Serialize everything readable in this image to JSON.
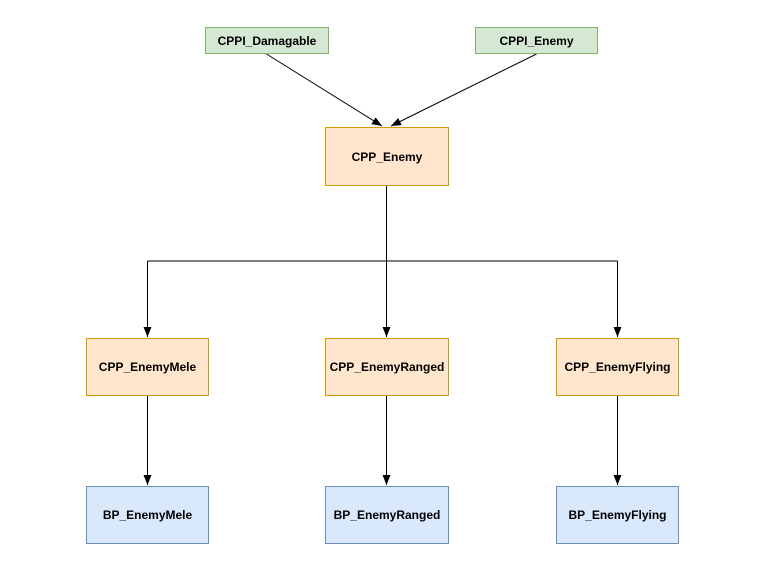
{
  "diagram": {
    "background_color": "#ffffff",
    "edge_color": "#000000",
    "text_color": "#000000",
    "styles": {
      "interface": {
        "fill": "#d5e8d4",
        "stroke": "#82b366"
      },
      "cpp_class": {
        "fill": "#ffe6cc",
        "stroke": "#d79b00"
      },
      "blueprint": {
        "fill": "#dae8fc",
        "stroke": "#6c8ebf"
      }
    },
    "nodes": {
      "cppi_damagable": {
        "label": "CPPI_Damagable",
        "type": "interface"
      },
      "cppi_enemy": {
        "label": "CPPI_Enemy",
        "type": "interface"
      },
      "cpp_enemy": {
        "label": "CPP_Enemy",
        "type": "cpp_class"
      },
      "cpp_enemymele": {
        "label": "CPP_EnemyMele",
        "type": "cpp_class"
      },
      "cpp_enemyranged": {
        "label": "CPP_EnemyRanged",
        "type": "cpp_class"
      },
      "cpp_enemyflying": {
        "label": "CPP_EnemyFlying",
        "type": "cpp_class"
      },
      "bp_enemymele": {
        "label": "BP_EnemyMele",
        "type": "blueprint"
      },
      "bp_enemyranged": {
        "label": "BP_EnemyRanged",
        "type": "blueprint"
      },
      "bp_enemyflying": {
        "label": "BP_EnemyFlying",
        "type": "blueprint"
      }
    },
    "edges": [
      {
        "from": "CPPI_Damagable",
        "to": "CPP_Enemy"
      },
      {
        "from": "CPPI_Enemy",
        "to": "CPP_Enemy"
      },
      {
        "from": "CPP_Enemy",
        "to": "CPP_EnemyMele"
      },
      {
        "from": "CPP_Enemy",
        "to": "CPP_EnemyRanged"
      },
      {
        "from": "CPP_Enemy",
        "to": "CPP_EnemyFlying"
      },
      {
        "from": "CPP_EnemyMele",
        "to": "BP_EnemyMele"
      },
      {
        "from": "CPP_EnemyRanged",
        "to": "BP_EnemyRanged"
      },
      {
        "from": "CPP_EnemyFlying",
        "to": "BP_EnemyFlying"
      }
    ]
  }
}
